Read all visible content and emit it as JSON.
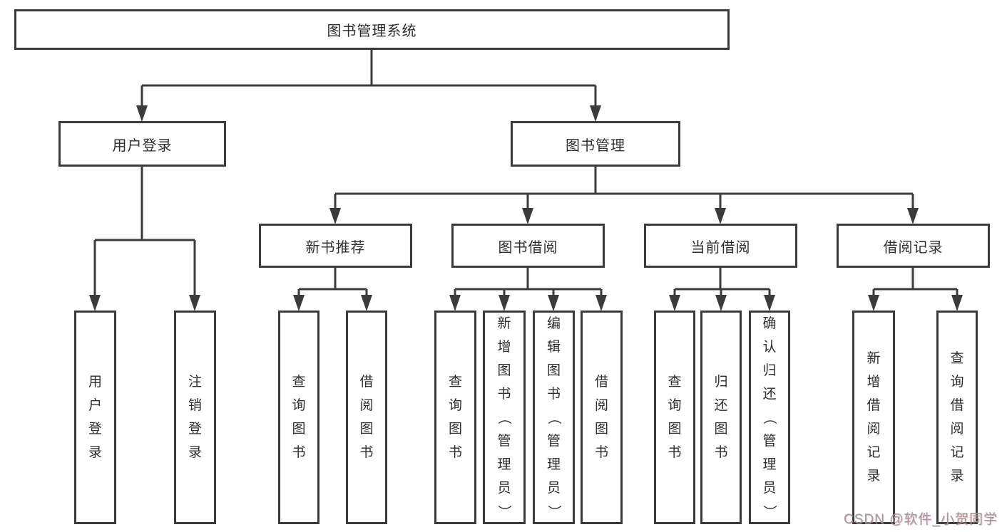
{
  "root": {
    "label": "图书管理系统"
  },
  "level2": [
    {
      "label": "用户登录"
    },
    {
      "label": "图书管理"
    }
  ],
  "level3": [
    {
      "label": "新书推荐",
      "parent": "图书管理"
    },
    {
      "label": "图书借阅",
      "parent": "图书管理"
    },
    {
      "label": "当前借阅",
      "parent": "图书管理"
    },
    {
      "label": "借阅记录",
      "parent": "图书管理"
    }
  ],
  "leaves": [
    {
      "label": "用户登录",
      "parent": "用户登录"
    },
    {
      "label": "注销登录",
      "parent": "用户登录"
    },
    {
      "label": "查询图书",
      "parent": "新书推荐"
    },
    {
      "label": "借阅图书",
      "parent": "新书推荐"
    },
    {
      "label": "查询图书",
      "parent": "图书借阅"
    },
    {
      "label": "新增图书（管理员）",
      "parent": "图书借阅"
    },
    {
      "label": "编辑图书（管理员）",
      "parent": "图书借阅"
    },
    {
      "label": "借阅图书",
      "parent": "图书借阅"
    },
    {
      "label": "查询图书",
      "parent": "当前借阅"
    },
    {
      "label": "归还图书",
      "parent": "当前借阅"
    },
    {
      "label": "确认归还（管理员）",
      "parent": "当前借阅"
    },
    {
      "label": "新增借阅记录",
      "parent": "借阅记录"
    },
    {
      "label": "查询借阅记录",
      "parent": "借阅记录"
    }
  ],
  "watermark": {
    "text": "CSDN @软件_小贺同学"
  },
  "colors": {
    "line": "#3b3b3b",
    "box_border": "#3b3b3b",
    "text": "#2e2e2e",
    "background": "#ffffff",
    "watermark": "#9c9c9c"
  }
}
